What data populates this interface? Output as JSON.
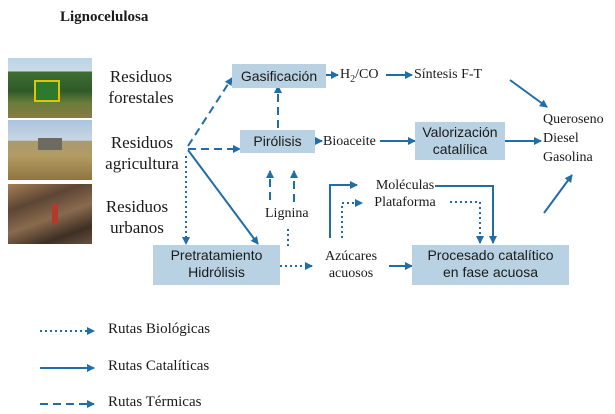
{
  "title": "Lignocelulosa",
  "sources": [
    {
      "label": "Residuos\nforestales"
    },
    {
      "label": "Residuos\nagricultura"
    },
    {
      "label": "Residuos\nurbanos"
    }
  ],
  "boxes": {
    "gasificacion": "Gasificación",
    "pirolisis": "Pirólisis",
    "valorizacion": "Valorización\ncatalílica",
    "pretratamiento": "Pretratamiento\nHidrólisis",
    "procesado": "Procesado catalítico\nen fase acuosa"
  },
  "labels": {
    "h2co_main": "H",
    "h2co_sub": "2",
    "h2co_rest": "/CO",
    "sintesis": "Síntesis F-T",
    "bioaceite": "Bioaceite",
    "lignina": "Lignina",
    "moleculas": "Moléculas\nPlataforma",
    "azucares": "Azúcares\nacuosos",
    "products": "Queroseno\nDiesel\nGasolina"
  },
  "legend": [
    {
      "label": "Rutas Biológicas",
      "style": "dotted"
    },
    {
      "label": "Rutas Catalíticas",
      "style": "solid"
    },
    {
      "label": "Rutas Térmicas",
      "style": "dashed"
    }
  ],
  "colors": {
    "arrow": "#1f6ea8",
    "box": "#b9d2e3"
  }
}
